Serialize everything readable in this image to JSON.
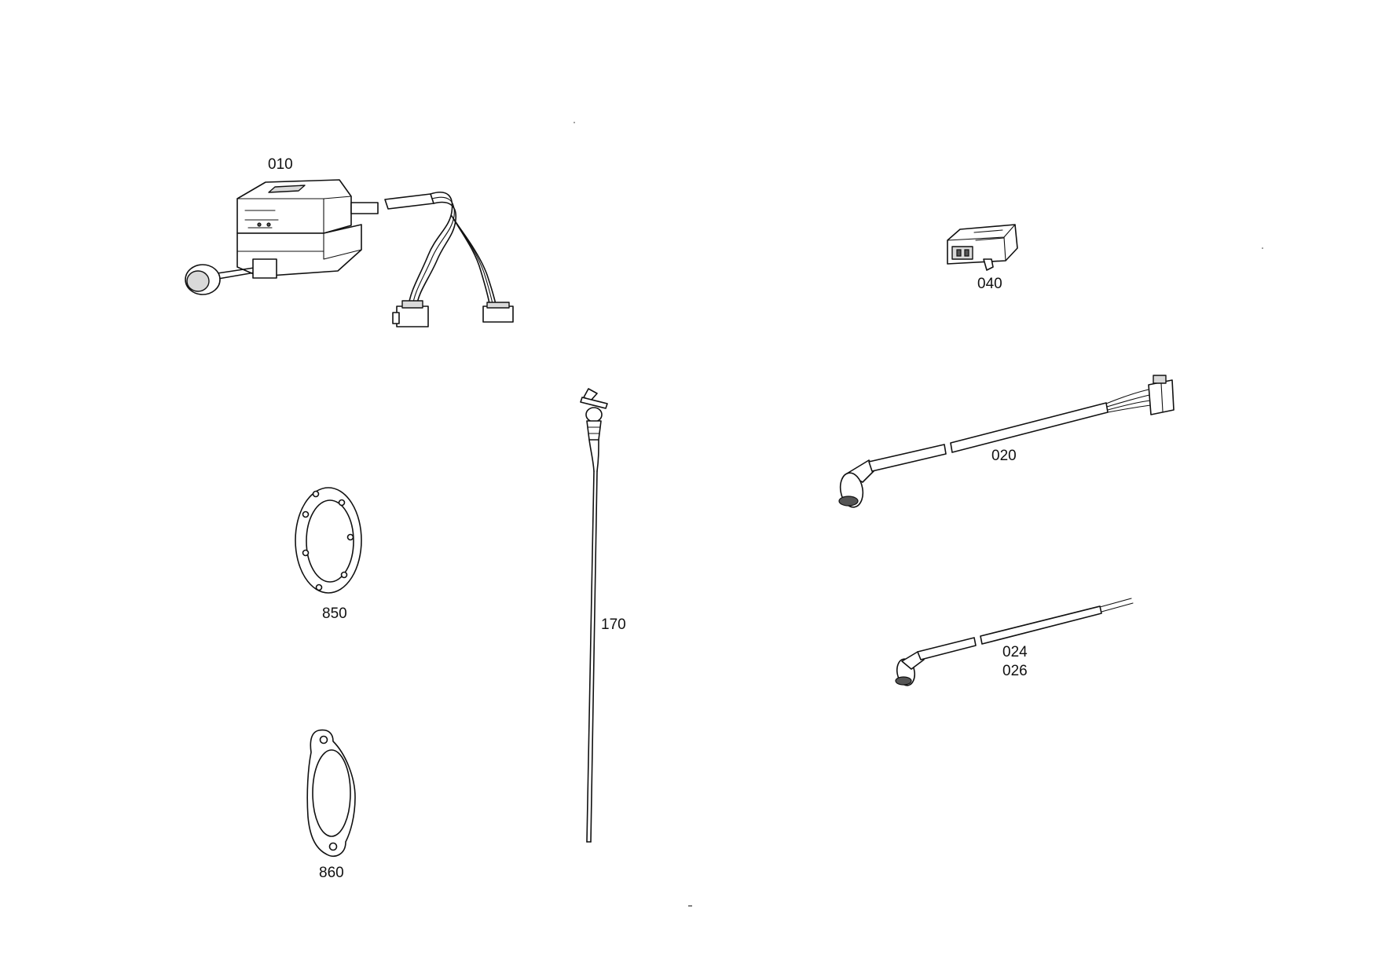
{
  "parts": {
    "switch_assembly": {
      "label": "010"
    },
    "connector": {
      "label": "040"
    },
    "cable_long": {
      "label": "020"
    },
    "cable_short": {
      "label_a": "024",
      "label_b": "026"
    },
    "dipstick": {
      "label": "170"
    },
    "gasket_round": {
      "label": "850"
    },
    "gasket_oval": {
      "label": "860"
    }
  }
}
